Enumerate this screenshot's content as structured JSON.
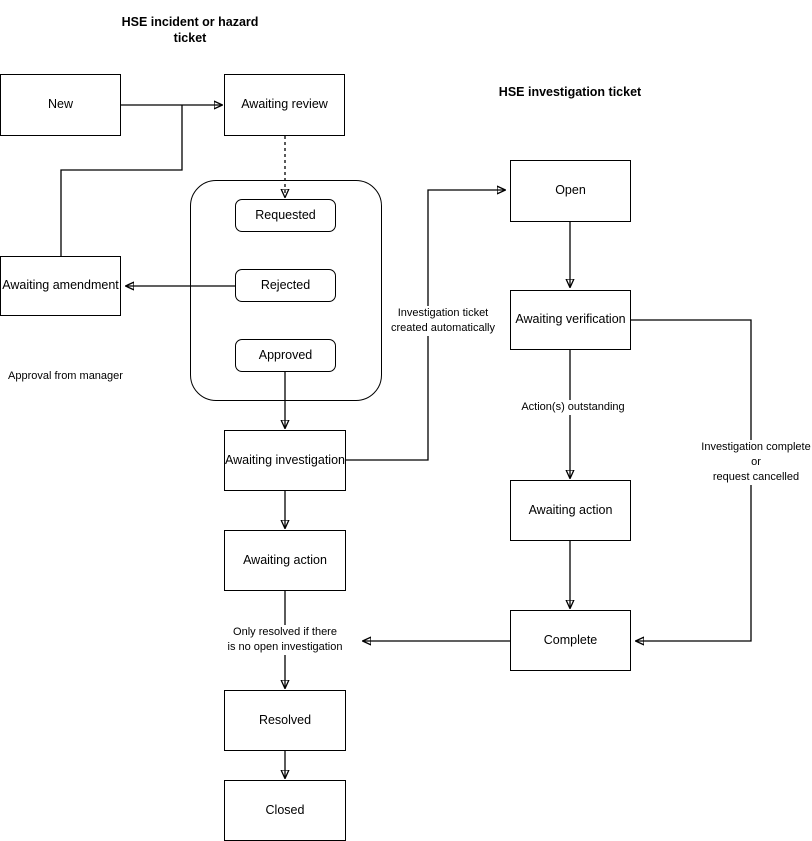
{
  "diagram": {
    "title_left": "HSE incident or hazard ticket",
    "title_right": "HSE investigation ticket",
    "titles": [
      {
        "id": "title-incident",
        "line1": "HSE incident or hazard",
        "line2": "ticket"
      },
      {
        "id": "title-investigation",
        "line1": "HSE investigation ticket",
        "line2": ""
      }
    ],
    "nodes": [
      {
        "id": "new",
        "label": "New"
      },
      {
        "id": "awaiting-review",
        "label": "Awaiting review"
      },
      {
        "id": "awaiting-amendment",
        "label": "Awaiting amendment"
      },
      {
        "id": "requested",
        "label": "Requested"
      },
      {
        "id": "rejected",
        "label": "Rejected"
      },
      {
        "id": "approved",
        "label": "Approved"
      },
      {
        "id": "awaiting-investigation",
        "label": "Awaiting investigation"
      },
      {
        "id": "awaiting-action-left",
        "label": "Awaiting action"
      },
      {
        "id": "resolved",
        "label": "Resolved"
      },
      {
        "id": "closed",
        "label": "Closed"
      },
      {
        "id": "open",
        "label": "Open"
      },
      {
        "id": "awaiting-verification",
        "label": "Awaiting verification"
      },
      {
        "id": "awaiting-action-right",
        "label": "Awaiting action"
      },
      {
        "id": "complete",
        "label": "Complete"
      }
    ],
    "labels": [
      {
        "id": "approval-from-manager",
        "text": "Approval from manager"
      },
      {
        "id": "investigation-ticket-created",
        "line1": "Investigation ticket",
        "line2": "created automatically"
      },
      {
        "id": "actions-outstanding",
        "line1": "Action(s) outstanding",
        "line2": ""
      },
      {
        "id": "investigation-complete",
        "line1": "Investigation complete",
        "line2": "or",
        "line3": "request cancelled"
      },
      {
        "id": "only-resolved",
        "line1": "Only resolved if there",
        "line2": "is no open investigation"
      }
    ],
    "colors": {
      "stroke": "#000000",
      "fill": "#ffffff",
      "text": "#000000"
    }
  }
}
